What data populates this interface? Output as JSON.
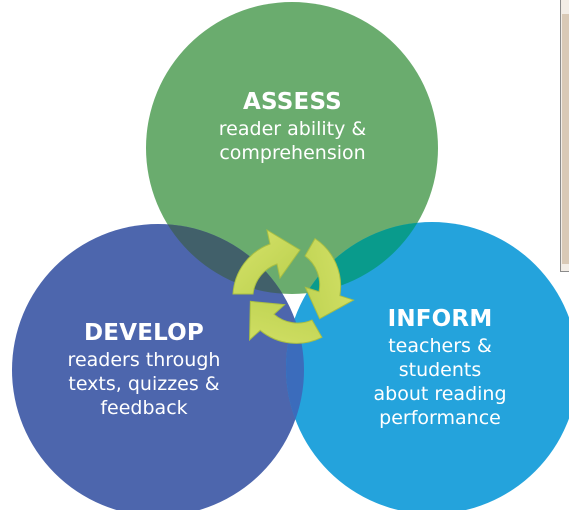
{
  "colors": {
    "assess": "#6aac6e",
    "develop": "#4d66ad",
    "inform": "#24a3dc",
    "overlap_assess_develop": "#41606a",
    "overlap_assess_inform": "#099b8c",
    "overlap_develop_inform": "#3b6cbc",
    "arrows": "#c8d95a",
    "text": "#ffffff"
  },
  "icons": {
    "cycle": "cycle-arrows-icon"
  },
  "assess": {
    "heading": "ASSESS",
    "lines": [
      "reader ability &",
      "comprehension"
    ]
  },
  "develop": {
    "heading": "DEVELOP",
    "lines": [
      "readers through",
      "texts, quizzes &",
      "feedback"
    ]
  },
  "inform": {
    "heading": "INFORM",
    "lines": [
      "teachers &",
      "students",
      "about reading",
      "performance"
    ]
  }
}
